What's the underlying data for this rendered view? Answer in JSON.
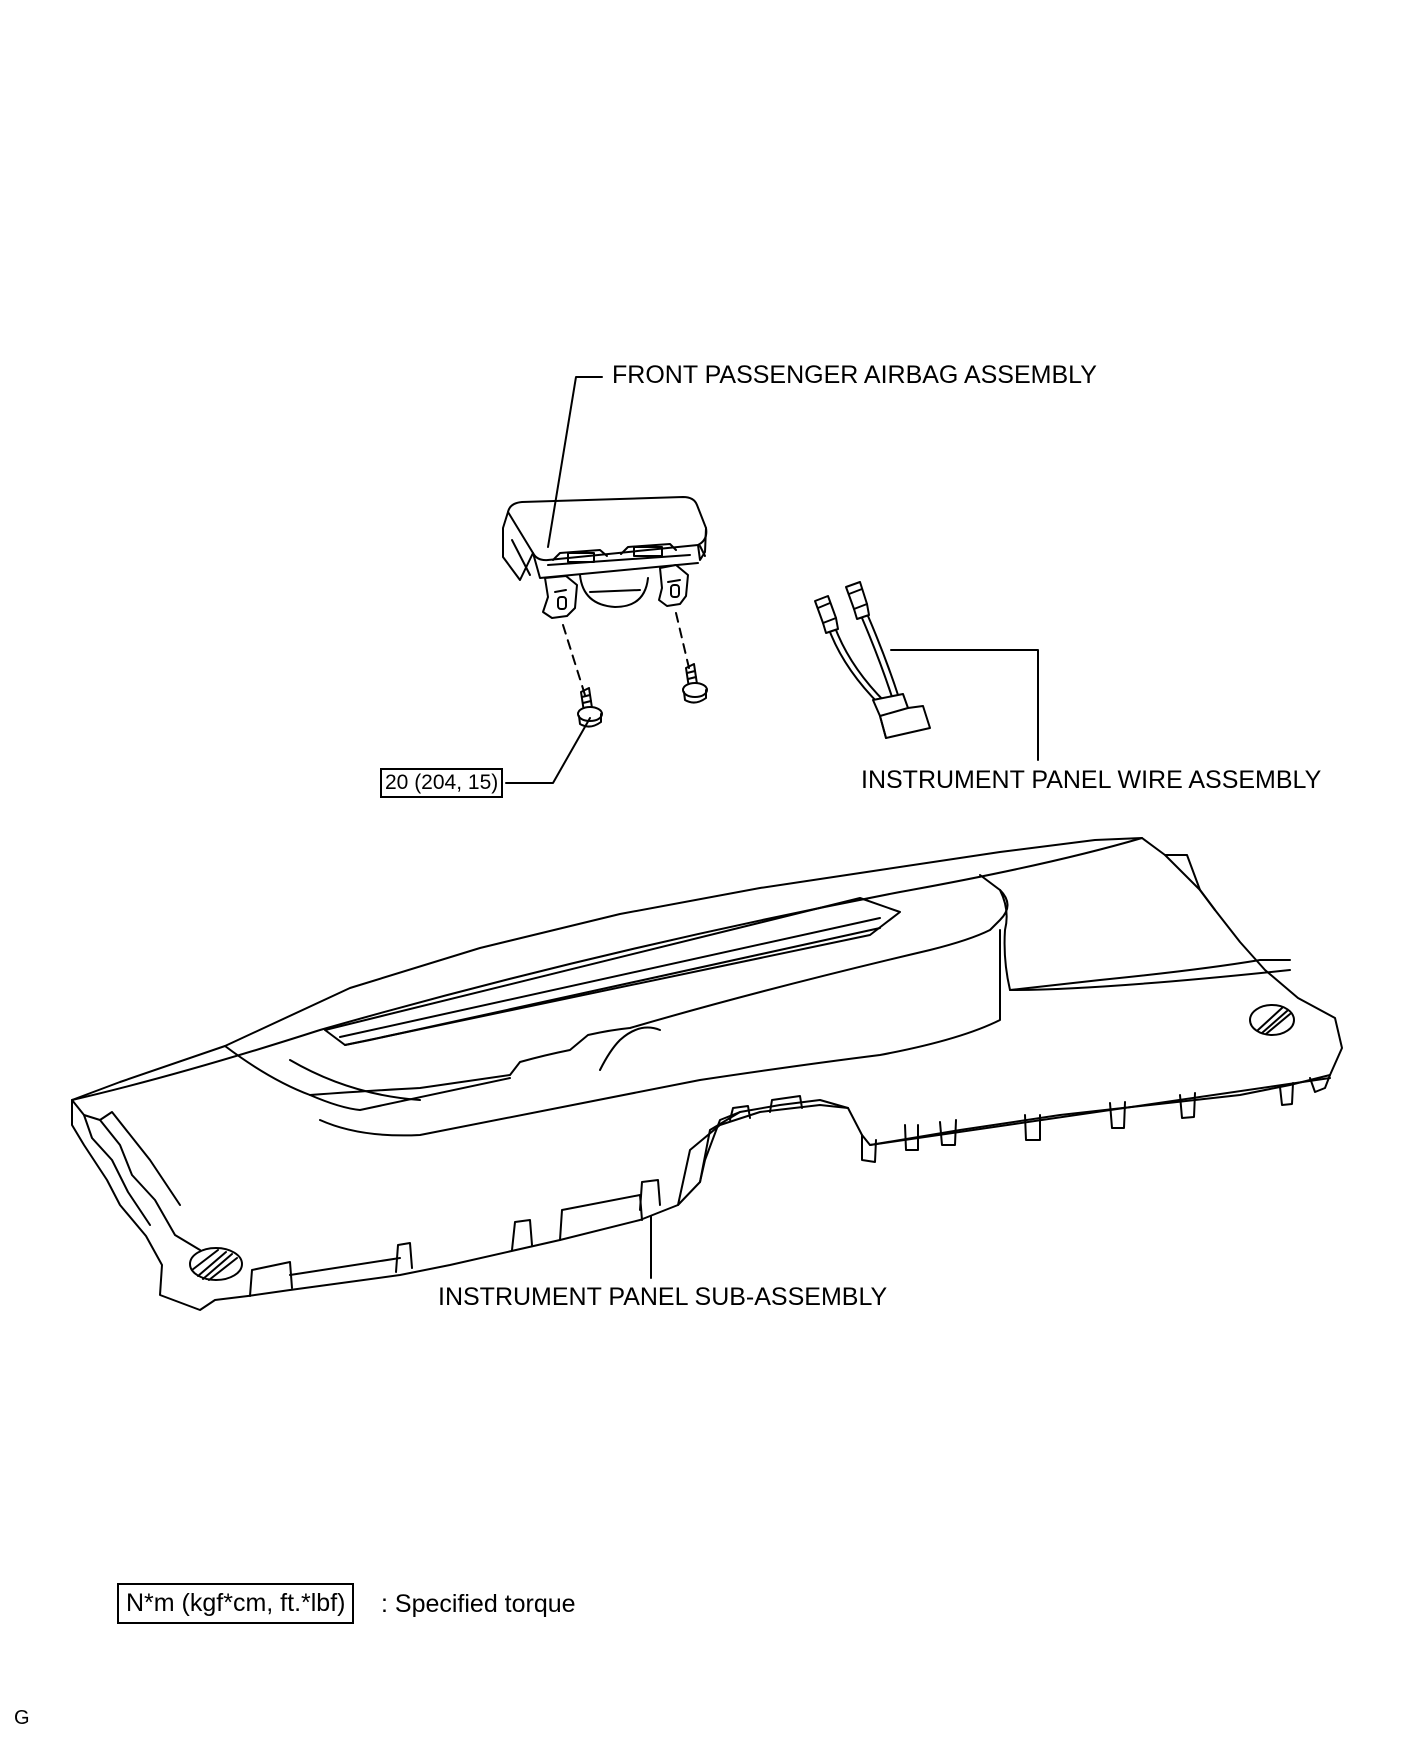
{
  "labels": {
    "airbag": "FRONT PASSENGER AIRBAG ASSEMBLY",
    "wire": "INSTRUMENT PANEL WIRE ASSEMBLY",
    "panel": "INSTRUMENT PANEL SUB-ASSEMBLY"
  },
  "torque": {
    "value": "20 (204, 15)"
  },
  "legend": {
    "unit": "N*m (kgf*cm, ft.*lbf)",
    "description": ": Specified torque"
  },
  "corner_mark": "G"
}
